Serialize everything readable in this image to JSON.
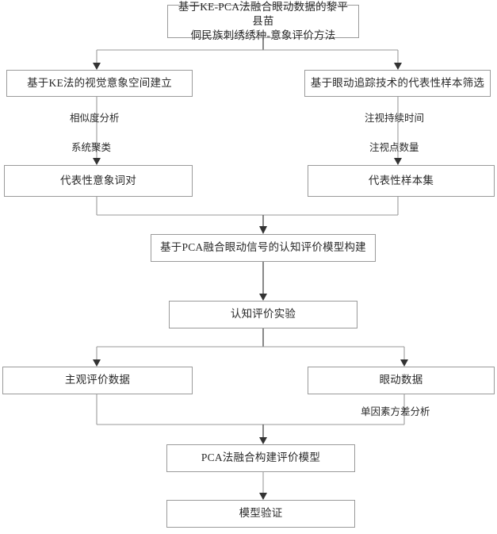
{
  "diagram": {
    "title_node": {
      "id": "root",
      "label": "基于KE-PCA法融合眼动数据的黎平县苗\n侗民族刺绣绣种-意象评价方法"
    },
    "nodes": [
      {
        "id": "ke-space",
        "label": "基于KE法的视觉意象空间建立"
      },
      {
        "id": "eye-screen",
        "label": "基于眼动追踪技术的代表性样本筛选"
      },
      {
        "id": "word-pairs",
        "label": "代表性意象词对"
      },
      {
        "id": "sample-set",
        "label": "代表性样本集"
      },
      {
        "id": "pca-model",
        "label": "基于PCA融合眼动信号的认知评价模型构建"
      },
      {
        "id": "cognitive-exp",
        "label": "认知评价实验"
      },
      {
        "id": "subjective-data",
        "label": "主观评价数据"
      },
      {
        "id": "eye-data",
        "label": "眼动数据"
      },
      {
        "id": "pca-build",
        "label": "PCA法融合构建评价模型"
      },
      {
        "id": "model-verify",
        "label": "模型验证"
      }
    ],
    "edge_labels": [
      {
        "id": "similarity",
        "text": "相似度分析"
      },
      {
        "id": "clustering",
        "text": "系统聚类"
      },
      {
        "id": "fixation-duration",
        "text": "注视持续时间"
      },
      {
        "id": "fixation-count",
        "text": "注视点数量"
      },
      {
        "id": "anova",
        "text": "单因素方差分析"
      }
    ],
    "colors": {
      "box_border": "#9a9a9a",
      "connector": "#9a9a9a",
      "connector_strong": "#555555",
      "text": "#2a2a2a",
      "background": "#ffffff"
    }
  }
}
